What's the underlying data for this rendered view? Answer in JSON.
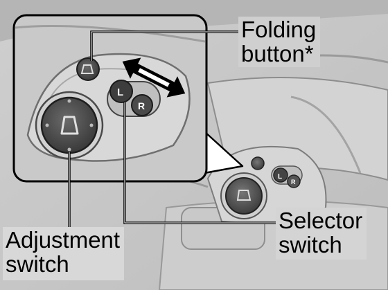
{
  "callouts": {
    "folding_button": "Folding\nbutton*",
    "selector_switch": "Selector\nswitch",
    "adjustment_switch": "Adjustment\nswitch"
  },
  "switch_labels": {
    "left": "L",
    "right": "R"
  },
  "icons": {
    "mirror_symbol": "mirror-icon",
    "direction_arrows": "double-arrow-icon"
  },
  "colors": {
    "background": "#c7c7c7",
    "panel": "#dadada",
    "knob": "#4a4a4a",
    "outline": "#000000"
  }
}
